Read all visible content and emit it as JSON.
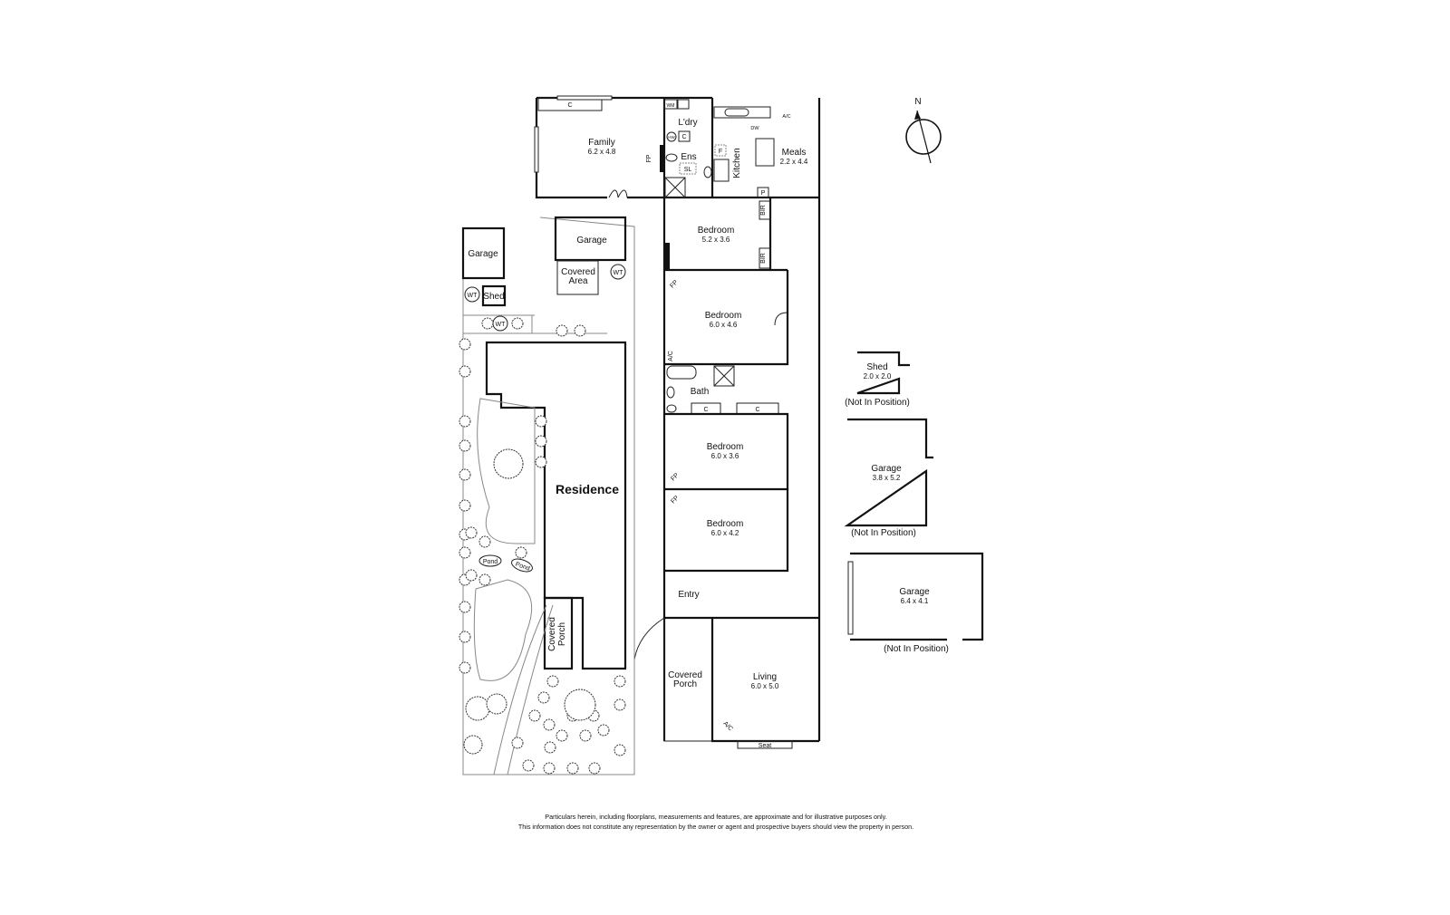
{
  "compass": {
    "north": "N"
  },
  "rooms": {
    "family": {
      "name": "Family",
      "dims": "6.2 x 4.8"
    },
    "laundry": {
      "name": "L'dry"
    },
    "ensuite": {
      "name": "Ens"
    },
    "kitchen": {
      "name": "Kitchen"
    },
    "meals": {
      "name": "Meals",
      "dims": "2.2 x 4.4"
    },
    "bedroom1": {
      "name": "Bedroom",
      "dims": "5.2 x 3.6"
    },
    "bedroom2": {
      "name": "Bedroom",
      "dims": "6.0 x 4.6"
    },
    "bath": {
      "name": "Bath"
    },
    "bedroom3": {
      "name": "Bedroom",
      "dims": "6.0 x 3.6"
    },
    "bedroom4": {
      "name": "Bedroom",
      "dims": "6.0 x 4.2"
    },
    "entry": {
      "name": "Entry"
    },
    "covered_porch": {
      "name1": "Covered",
      "name2": "Porch"
    },
    "living": {
      "name": "Living",
      "dims": "6.0 x 5.0"
    }
  },
  "fixtures": {
    "c": "C",
    "wm": "WM",
    "hw": "HW",
    "fp": "FP",
    "sl": "SL",
    "f": "F",
    "dw": "DW",
    "ac": "A/C",
    "p": "P",
    "bir": "BIR",
    "seat": "Seat"
  },
  "site": {
    "garage_left": "Garage",
    "garage_top": "Garage",
    "covered_area1": "Covered",
    "covered_area2": "Area",
    "wt": "WT",
    "shed": "Shed",
    "residence": "Residence",
    "pond": "Pond",
    "covered_porch1": "Covered",
    "covered_porch2": "Porch"
  },
  "outbuildings": {
    "shed": {
      "name": "Shed",
      "dims": "2.0 x 2.0",
      "note": "(Not In Position)"
    },
    "garage1": {
      "name": "Garage",
      "dims": "3.8 x 5.2",
      "note": "(Not In Position)"
    },
    "garage2": {
      "name": "Garage",
      "dims": "6.4 x 4.1",
      "note": "(Not In Position)"
    }
  },
  "disclaimer": {
    "line1": "Particulars herein, including floorplans, measurements and features, are approximate and for illustrative purposes only.",
    "line2": "This information does not constitute any representation by the owner or agent and prospective buyers should view the property in person."
  }
}
